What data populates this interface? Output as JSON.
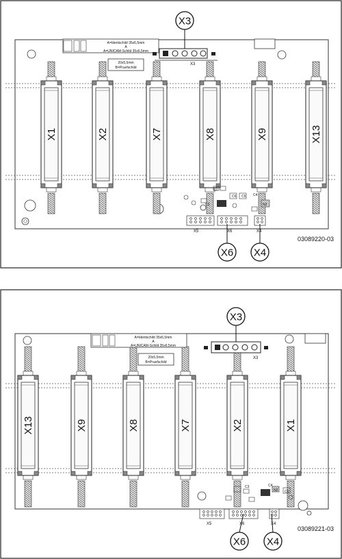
{
  "top_board": {
    "connectors": [
      "X1",
      "X2",
      "X7",
      "X8",
      "X9",
      "X13"
    ],
    "callouts": [
      "X3",
      "X6",
      "X4"
    ],
    "pin_labels": [
      "X3",
      "X5",
      "X6",
      "X4"
    ],
    "label_box_1": {
      "line1": "A=Identschild 35x6,5mm",
      "line2": "A",
      "line3": "A=UNICAM-Schild 35x6,5mm"
    },
    "label_box_2": {
      "line1": "20x5,5mm",
      "line2": "B=Pruefschild"
    },
    "component_labels": [
      "C6",
      "C5",
      "C4",
      "N2",
      "C3",
      "C2"
    ],
    "code": "03089220-03"
  },
  "bottom_board": {
    "connectors": [
      "X13",
      "X9",
      "X8",
      "X7",
      "X2",
      "X1"
    ],
    "callouts": [
      "X3",
      "X6",
      "X4"
    ],
    "pin_labels": [
      "X3",
      "X5",
      "X6",
      "X4"
    ],
    "label_box_1": {
      "line1": "A=Identschild 35x6,5mm",
      "line2": "A",
      "line3": "A=UNICAM-Schild 35x6,5mm"
    },
    "label_box_2": {
      "line1": "20x5,5mm",
      "line2": "B=Pruefschild"
    },
    "component_labels": [
      "C4",
      "C6",
      "N2",
      "C3"
    ],
    "code": "03089221-03"
  }
}
